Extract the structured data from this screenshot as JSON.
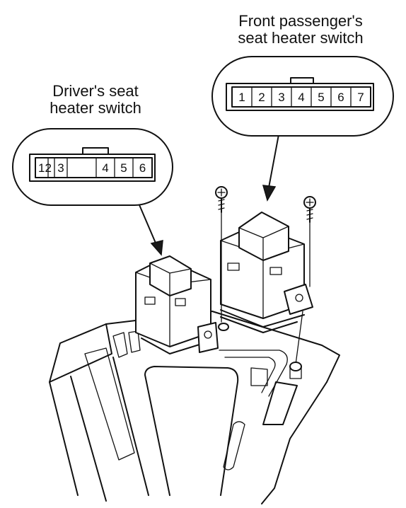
{
  "captions": {
    "driver": [
      "Driver's seat",
      "heater switch"
    ],
    "front": [
      "Front passenger's",
      "seat heater switch"
    ]
  },
  "driver_connector": {
    "cells": [
      "12",
      "3",
      "",
      "4",
      "5",
      "6"
    ]
  },
  "front_connector": {
    "cells": [
      "1",
      "2",
      "3",
      "4",
      "5",
      "6",
      "7"
    ]
  },
  "colors": {
    "line": "#111111",
    "background": "#ffffff"
  }
}
